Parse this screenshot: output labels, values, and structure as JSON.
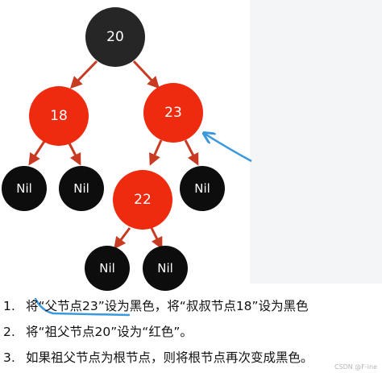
{
  "colors": {
    "black_node": "#262626",
    "red_node": "#ee2a0f",
    "arrow": "#c93a22",
    "annotation": "#3a98dc"
  },
  "tree": {
    "nodes": {
      "n20": "20",
      "n18": "18",
      "n23": "23",
      "n22": "22",
      "nil1": "Nil",
      "nil2": "Nil",
      "nil3": "Nil",
      "nil4": "Nil",
      "nil5": "Nil"
    }
  },
  "steps": [
    {
      "num": "1.",
      "text": "将“父节点23”设为黑色，将“叔叔节点18”设为黑色"
    },
    {
      "num": "2.",
      "text": "将“祖父节点20”设为“红色”。"
    },
    {
      "num": "3.",
      "text": "如果祖父节点为根节点，则将根节点再次变成黑色。"
    }
  ],
  "watermark": "CSDN @F-ine"
}
